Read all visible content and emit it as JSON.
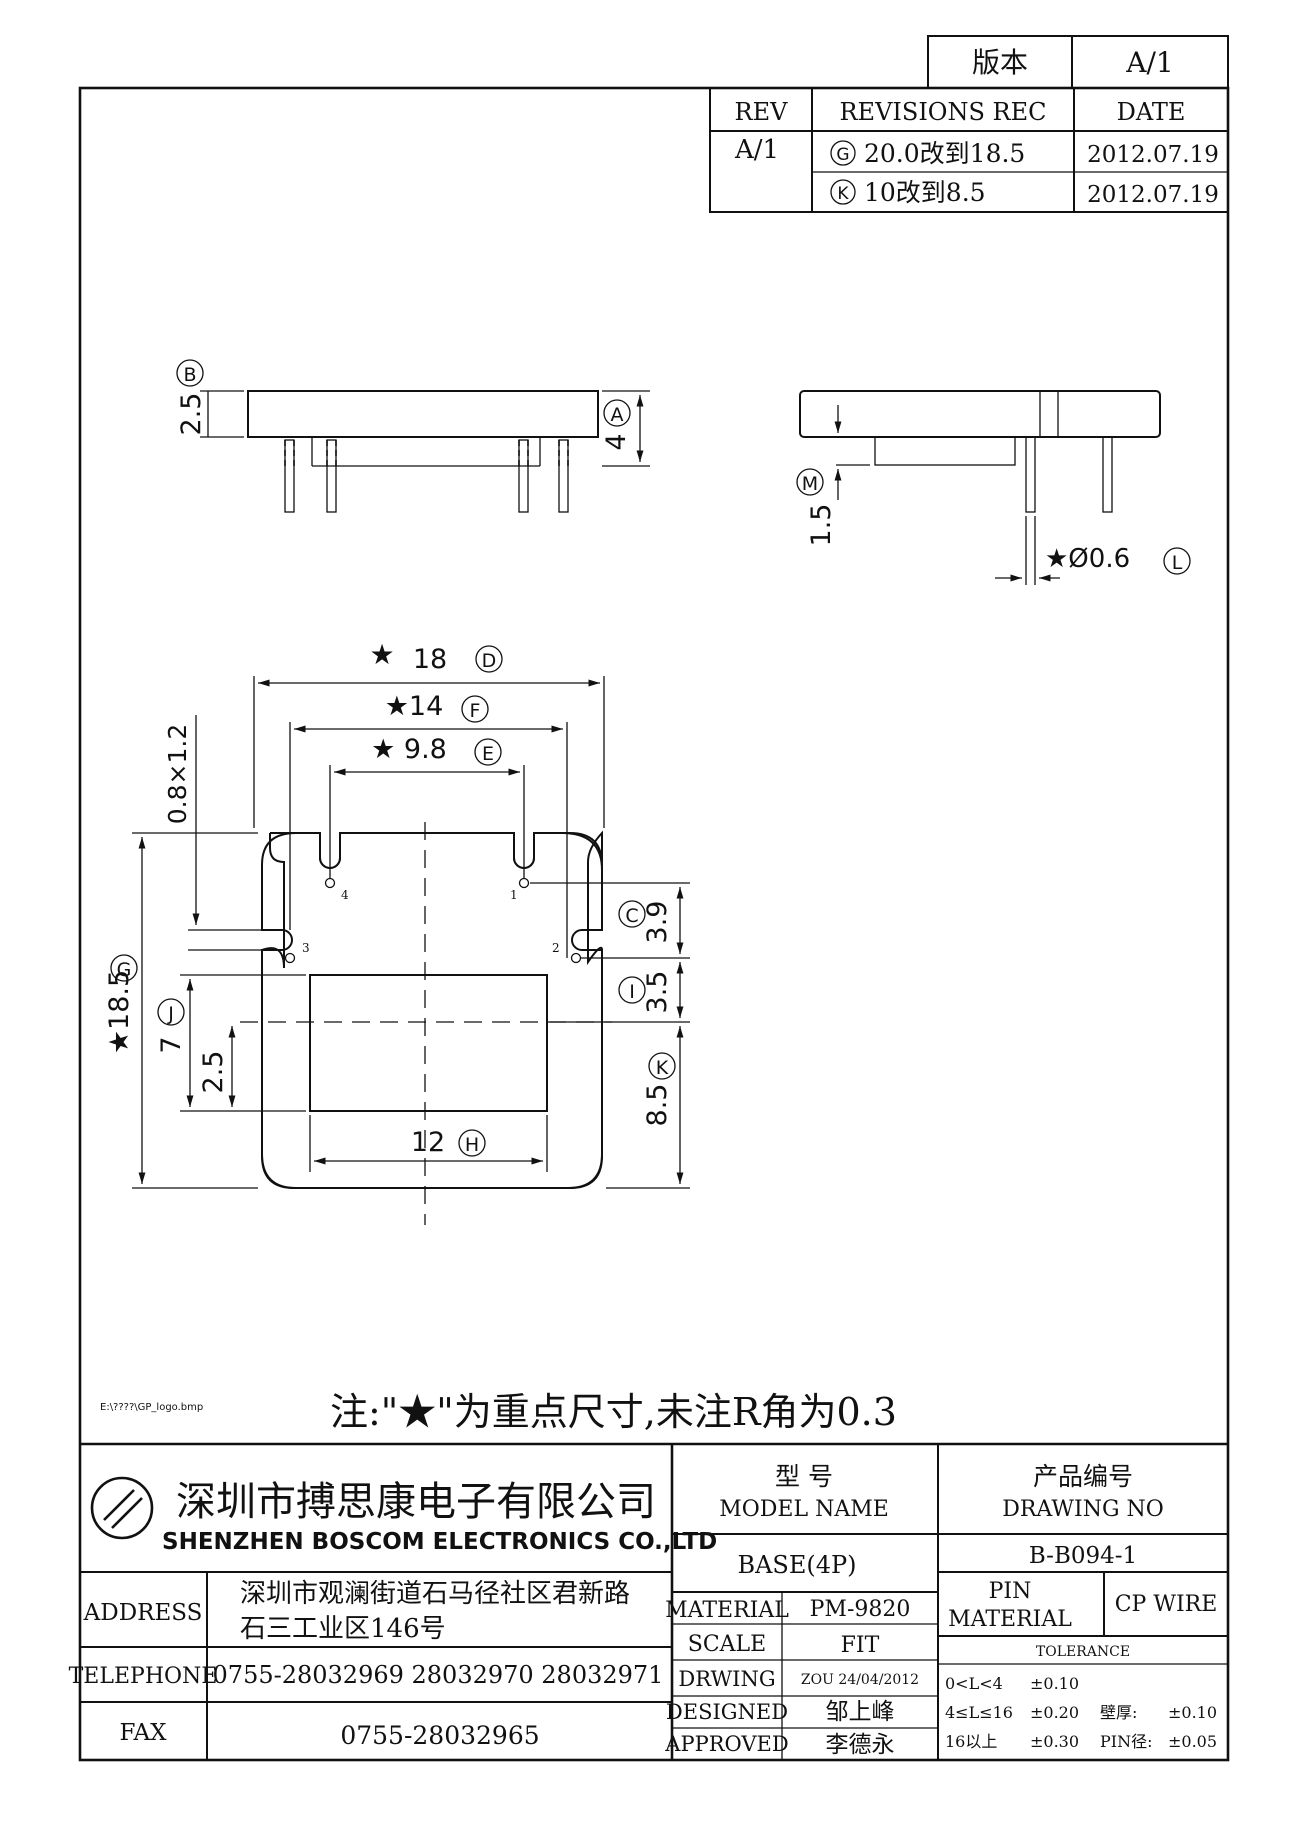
{
  "revision_box": {
    "label": "版本",
    "value": "A/1"
  },
  "revision_table": {
    "headers": [
      "REV",
      "REVISIONS REC",
      "DATE"
    ],
    "rev": "A/1",
    "rows": [
      {
        "marker": "G",
        "text": "20.0改到18.5",
        "date": "2012.07.19"
      },
      {
        "marker": "K",
        "text": "10改到8.5",
        "date": "2012.07.19"
      }
    ]
  },
  "dims": {
    "B": "B",
    "A": "A",
    "M": "M",
    "L": "L",
    "D": "D",
    "F": "F",
    "E": "E",
    "C": "C",
    "I": "I",
    "K": "K",
    "G": "G",
    "J": "J",
    "H": "H",
    "v2_5": "2.5",
    "v4": "4",
    "v1_5": "1.5",
    "v0_6": "★Ø0.6",
    "v18": "18",
    "v14": "★14",
    "v9_8": "★ 9.8",
    "v0_8x1_2": "0.8×1.2",
    "v3_9": "3.9",
    "v3_5": "3.5",
    "v8_5": "8.5",
    "v18_5": "★18.5",
    "v7": "7",
    "v2_5b": "2.5",
    "v12": "12",
    "star": "★",
    "pin1": "1",
    "pin2": "2",
    "pin3": "3",
    "pin4": "4"
  },
  "logo_path": "E:\\????\\GP_logo.bmp",
  "note": "注:\"★\"为重点尺寸,未注R角为0.3",
  "company": {
    "name_cn": "深圳市搏思康电子有限公司",
    "name_en": "SHENZHEN BOSCOM ELECTRONICS CO.,LTD"
  },
  "address": {
    "label": "ADDRESS",
    "line1": "深圳市观澜街道石马径社区君新路",
    "line2": "石三工业区146号"
  },
  "telephone": {
    "label": "TELEPHONE",
    "value": "0755-28032969 28032970 28032971"
  },
  "fax": {
    "label": "FAX",
    "value": "0755-28032965"
  },
  "model": {
    "label_cn": "型  号",
    "label_en": "MODEL NAME",
    "value": "BASE(4P)"
  },
  "drawing": {
    "label_cn": "产品编号",
    "label_en": "DRAWING NO",
    "value": "B-B094-1"
  },
  "material": {
    "label": "MATERIAL",
    "value": "PM-9820"
  },
  "scale": {
    "label": "SCALE",
    "value": "FIT"
  },
  "drwing": {
    "label": "DRWING",
    "value": "ZOU 24/04/2012"
  },
  "designed": {
    "label": "DESIGNED",
    "value": "邹上峰"
  },
  "approved": {
    "label": "APPROVED",
    "value": "李德永"
  },
  "pin_material": {
    "label1": "PIN",
    "label2": "MATERIAL",
    "value": "CP WIRE"
  },
  "tolerance": {
    "label": "TOLERANCE",
    "r1": "0<L<4",
    "r1v": "±0.10",
    "r2": "4≤L≤16",
    "r2v": "±0.20",
    "r3": "16以上",
    "r3v": "±0.30",
    "wall": "壁厚:",
    "wallv": "±0.10",
    "pin": "PIN径:",
    "pinv": "±0.05"
  }
}
